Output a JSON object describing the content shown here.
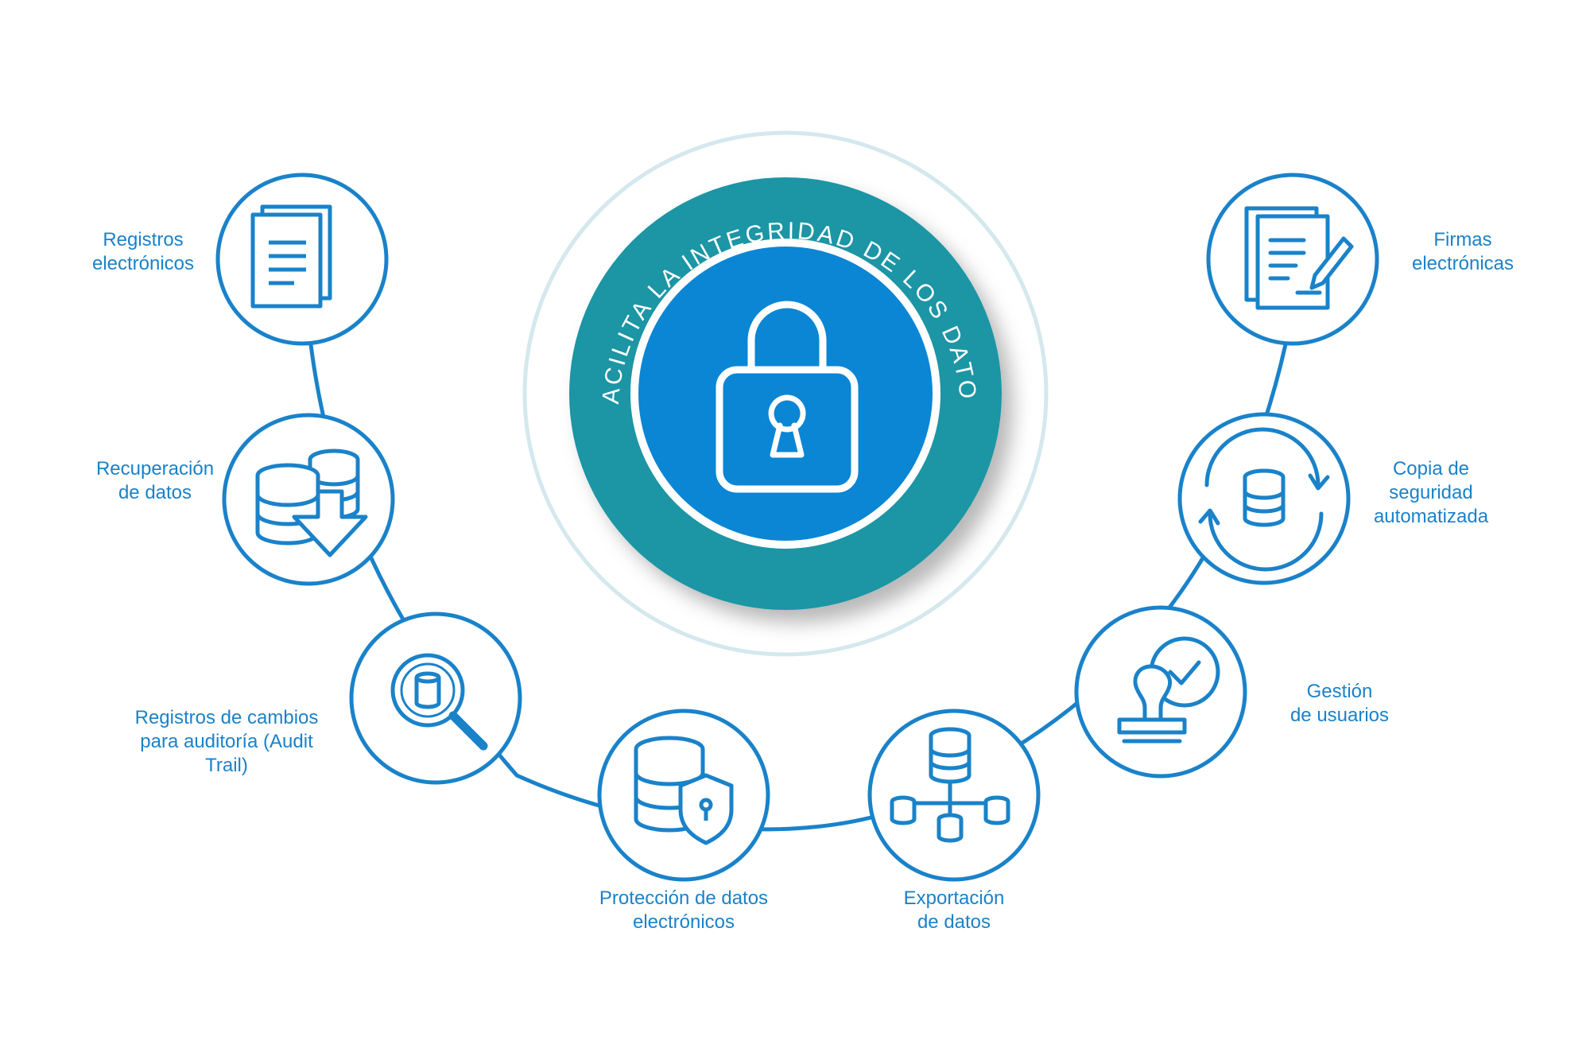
{
  "center": {
    "ring_text": "FACILITA LA INTEGRIDAD DE LOS DATOS",
    "icon": "padlock-icon"
  },
  "nodes": [
    {
      "id": "registros-electronicos",
      "icon": "documents-icon",
      "label_lines": [
        "Registros",
        "electrónicos"
      ]
    },
    {
      "id": "recuperacion-datos",
      "icon": "database-download-icon",
      "label_lines": [
        "Recuperación",
        "de datos"
      ]
    },
    {
      "id": "audit-trail",
      "icon": "database-search-icon",
      "label_lines": [
        "Registros de cambios",
        "para auditoría (Audit",
        "Trail)"
      ]
    },
    {
      "id": "proteccion-datos",
      "icon": "database-shield-icon",
      "label_lines": [
        "Protección de datos",
        "electrónicos"
      ]
    },
    {
      "id": "exportacion-datos",
      "icon": "database-network-icon",
      "label_lines": [
        "Exportación",
        "de datos"
      ]
    },
    {
      "id": "gestion-usuarios",
      "icon": "user-stamp-check-icon",
      "label_lines": [
        "Gestión",
        "de usuarios"
      ]
    },
    {
      "id": "copia-seguridad",
      "icon": "database-sync-icon",
      "label_lines": [
        "Copia de",
        "seguridad",
        "automatizada"
      ]
    },
    {
      "id": "firmas-electronicas",
      "icon": "document-signature-icon",
      "label_lines": [
        "Firmas",
        "electrónicas"
      ]
    }
  ],
  "colors": {
    "accent_blue": "#1a82c9",
    "teal": "#1b95a5",
    "inner_blue": "#0a86d4",
    "halo": "#d4e8ee"
  }
}
